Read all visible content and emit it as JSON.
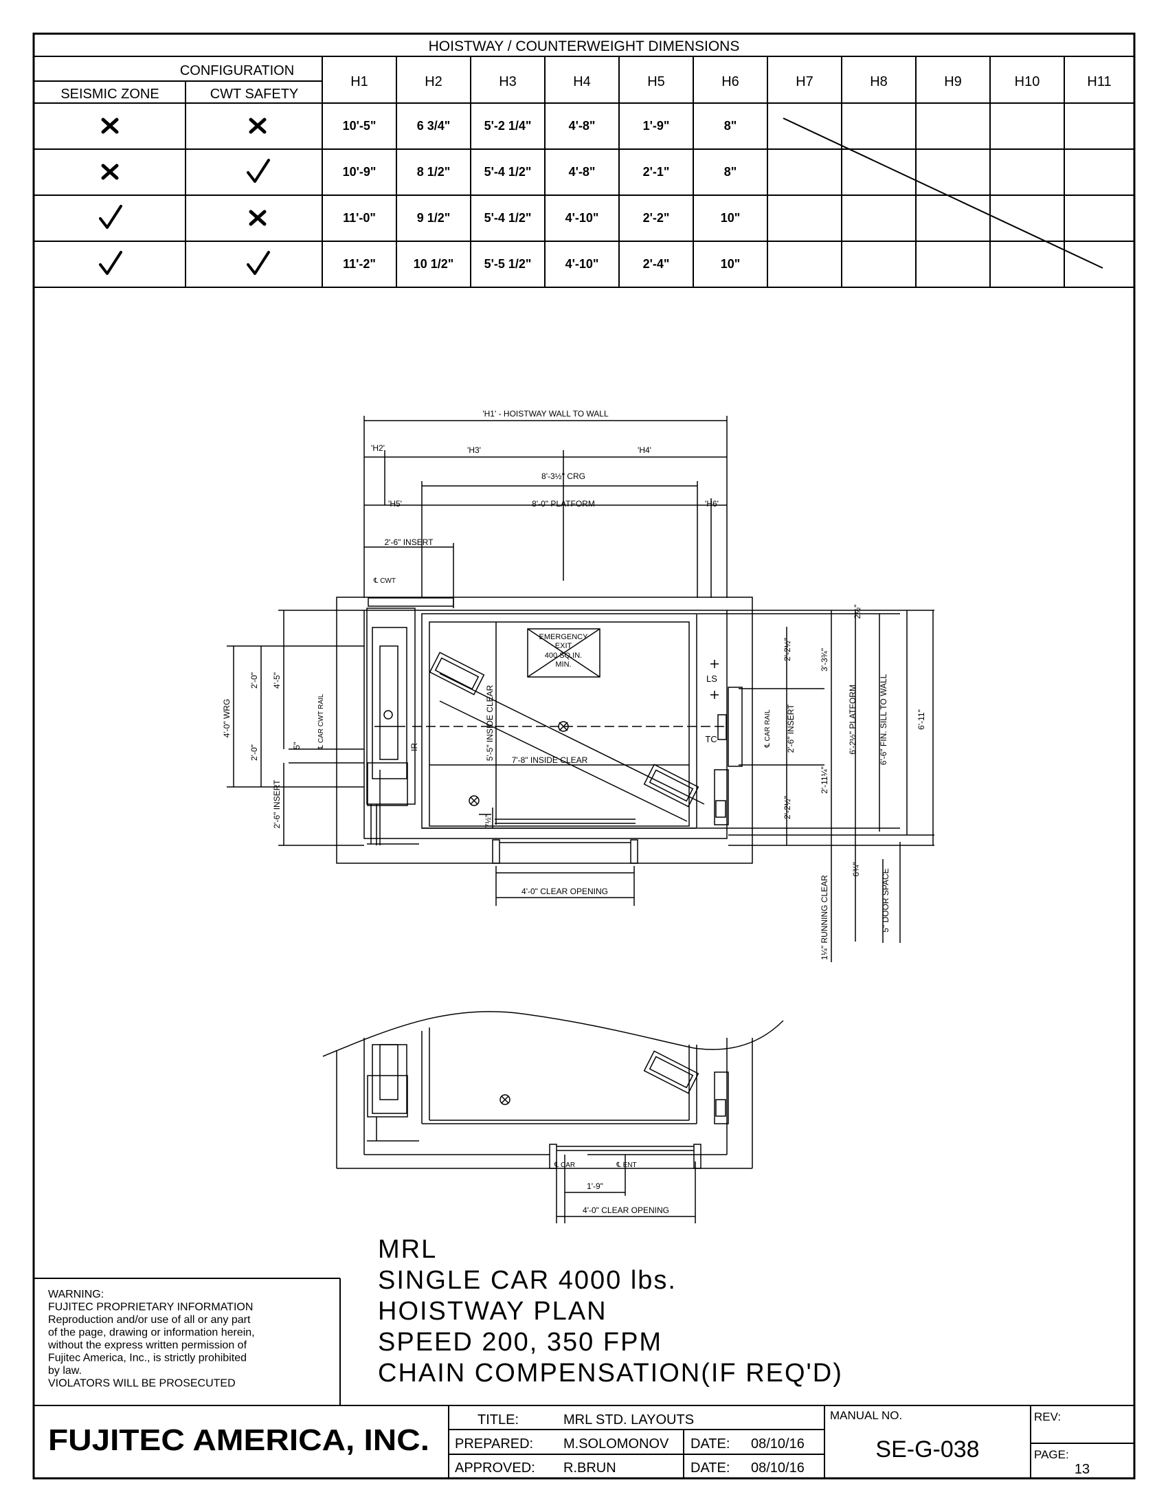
{
  "table": {
    "title": "HOISTWAY / COUNTERWEIGHT DIMENSIONS",
    "config_header": "CONFIGURATION",
    "seismic_header": "SEISMIC ZONE",
    "cwt_header": "CWT SAFETY",
    "columns": [
      "H1",
      "H2",
      "H3",
      "H4",
      "H5",
      "H6",
      "H7",
      "H8",
      "H9",
      "H10",
      "H11"
    ],
    "rows": [
      {
        "seismic": "no",
        "cwt": "no",
        "values": [
          "10'-5\"",
          "6 3/4\"",
          "5'-2 1/4\"",
          "4'-8\"",
          "1'-9\"",
          "8\""
        ]
      },
      {
        "seismic": "no",
        "cwt": "yes",
        "values": [
          "10'-9\"",
          "8 1/2\"",
          "5'-4 1/2\"",
          "4'-8\"",
          "2'-1\"",
          "8\""
        ]
      },
      {
        "seismic": "yes",
        "cwt": "no",
        "values": [
          "11'-0\"",
          "9 1/2\"",
          "5'-4 1/2\"",
          "4'-10\"",
          "2'-2\"",
          "10\""
        ]
      },
      {
        "seismic": "yes",
        "cwt": "yes",
        "values": [
          "11'-2\"",
          "10 1/2\"",
          "5'-5 1/2\"",
          "4'-10\"",
          "2'-4\"",
          "10\""
        ]
      }
    ]
  },
  "drawing": {
    "top": {
      "h1": "'H1' - HOISTWAY WALL TO WALL",
      "h2": "'H2'",
      "h3": "'H3'",
      "h4": "'H4'",
      "h5": "'H5'",
      "h6": "'H6'",
      "crg": "8'-3½\" CRG",
      "platform": "8'-0\" PLATFORM",
      "insert_top": "2'-6\" INSERT",
      "cwt_cl": "℄ CWT",
      "emergency": [
        "EMERGENCY",
        "EXIT",
        "400 SQ.IN.",
        "MIN."
      ],
      "inside_clear_v": "5'-5\" INSIDE CLEAR",
      "inside_clear_h": "7'-8\" INSIDE CLEAR",
      "ls": "LS",
      "tc": "TC",
      "ir": "IR",
      "car_cwt_rail": "℄ CAR CWT RAIL",
      "car_rail": "℄ CAR RAIL",
      "wrg": "4'-0\" WRG",
      "d_4_5": "4'-5\"",
      "d_2_0a": "2'-0\"",
      "d_2_0b": "2'-0\"",
      "d_5": "5\"",
      "insert_left": "2'-6\" INSERT",
      "d_2_2a": "2'-2½\"",
      "insert_right": "2'-6\" INSERT",
      "d_2_2b": "2'-2½\"",
      "d_3_3": "3'-3¾\"",
      "d_2_11": "2'-11¼\"",
      "d_6_2": "6'-2½\" PLATFORM",
      "d_6_6": "6'-6\" FIN. SILL TO WALL",
      "d_6_11": "6'-11\"",
      "d_2_top": "2½\"",
      "d_7": "7½\"",
      "running": "1¼\" RUNNING CLEAR",
      "d_6_small": "6¾\"",
      "door_space": "5\" DOOR SPACE",
      "clear_opening": "4'-0\" CLEAR OPENING"
    },
    "bottom": {
      "car_cl": "℄ CAR",
      "ent_cl": "℄ ENT",
      "d_1_9": "1'-9\"",
      "clear_opening": "4'-0\" CLEAR OPENING"
    }
  },
  "description_lines": [
    "MRL",
    "SINGLE CAR 4000 lbs.",
    "HOISTWAY PLAN",
    "SPEED 200, 350 FPM",
    "CHAIN COMPENSATION(IF REQ'D)"
  ],
  "warning_lines": [
    "WARNING:",
    "FUJITEC PROPRIETARY INFORMATION",
    "Reproduction and/or use of all or any part",
    "of the page, drawing or information herein,",
    "without the express written permission of",
    "Fujitec America, Inc., is strictly prohibited",
    "by law.",
    "VIOLATORS WILL BE PROSECUTED"
  ],
  "title_block": {
    "company": "FUJITEC AMERICA, INC.",
    "title_label": "TITLE:",
    "title": "MRL STD. LAYOUTS",
    "prepared_label": "PREPARED:",
    "prepared": "M.SOLOMONOV",
    "approved_label": "APPROVED:",
    "approved": "R.BRUN",
    "date_label": "DATE:",
    "date1": "08/10/16",
    "date2": "08/10/16",
    "manual_label": "MANUAL NO.",
    "manual": "SE-G-038",
    "rev_label": "REV:",
    "page_label": "PAGE:",
    "page": "13"
  }
}
